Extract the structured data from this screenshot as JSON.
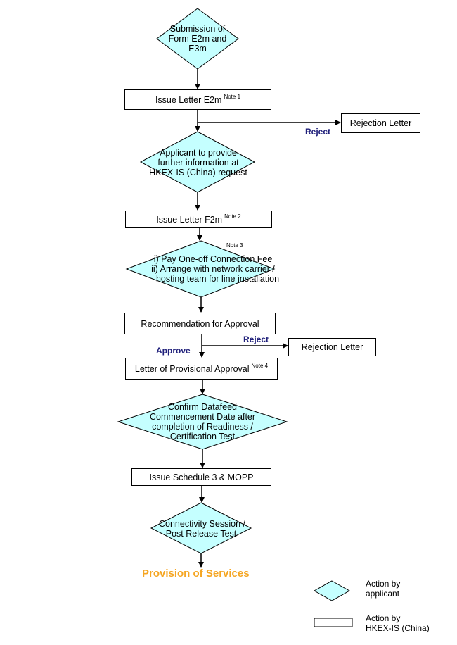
{
  "colors": {
    "diamond_fill": "#c5ffff",
    "label": "#1f1f7a",
    "final": "#f5a623"
  },
  "steps": {
    "submission": [
      "Submission of",
      "Form E2m and",
      "E3m"
    ],
    "issue_e2m": {
      "text": "Issue Letter E2m",
      "note": "Note 1"
    },
    "rejection_1": "Rejection Letter",
    "reject_1": "Reject",
    "further_info": [
      "Applicant to provide",
      "further information at",
      "HKEX-IS (China) request"
    ],
    "issue_f2m": {
      "text": "Issue Letter F2m",
      "note": "Note 2"
    },
    "pay_fee": {
      "line1": "i)  Pay One-off Connection Fee",
      "line2": "ii) Arrange with network carrier /",
      "line3": "hosting team for line installation",
      "note": "Note 3"
    },
    "recommendation": "Recommendation for Approval",
    "reject_2": "Reject",
    "approve": "Approve",
    "rejection_2": "Rejection Letter",
    "provisional": {
      "text": "Letter of Provisional Approval",
      "note": "Note 4"
    },
    "confirm": [
      "Confirm Datafeed",
      "Commencement Date after",
      "completion of Readiness /",
      "Certification Test"
    ],
    "schedule": "Issue Schedule 3 & MOPP",
    "connectivity": [
      "Connectivity Session /",
      "Post Release Test"
    ],
    "provision": "Provision of Services"
  },
  "legend": {
    "applicant": [
      "Action by",
      "applicant"
    ],
    "hkex": [
      "Action by",
      "HKEX-IS (China)"
    ]
  }
}
